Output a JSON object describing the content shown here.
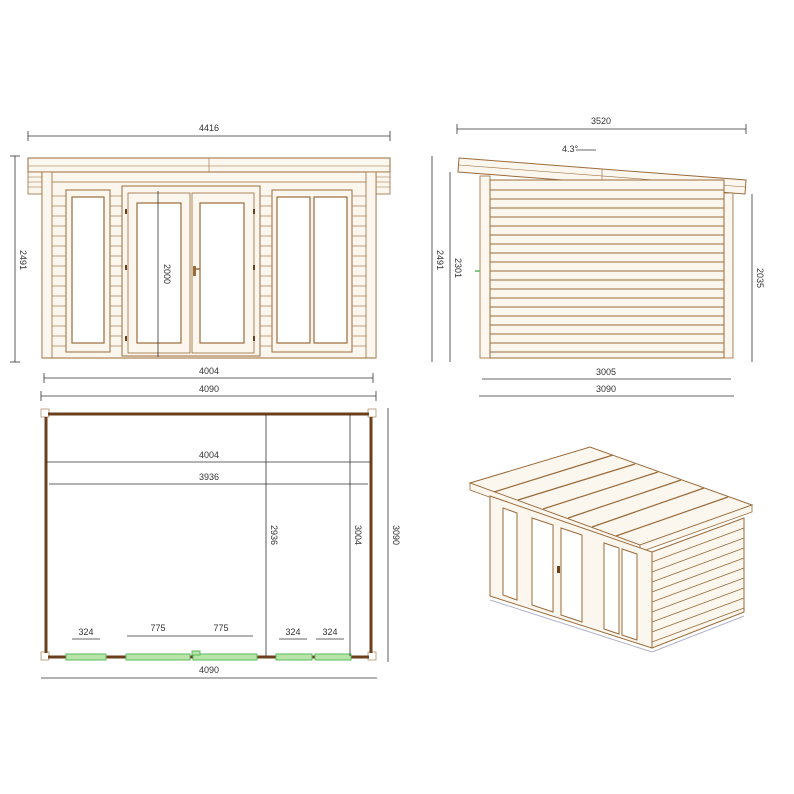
{
  "colors": {
    "wood": "#9b6b3a",
    "wood_dark": "#6b3f1c",
    "wood_fill": "#fbf6ee",
    "dim_line": "#333333",
    "glass_green": "#5cb85c",
    "glass_fill": "#b9e4a9"
  },
  "front_view": {
    "overall_width": "4416",
    "height": "2491",
    "door_height": "2000",
    "wall_width": "4004",
    "base_width": "4090"
  },
  "side_view": {
    "roof_width": "3520",
    "roof_pitch": "4.3°",
    "height_total": "2491",
    "height_front": "2301",
    "height_back": "2035",
    "wall_width": "3005",
    "base_width": "3090"
  },
  "floor_plan": {
    "outer_wall": "4004",
    "inner_wall": "3936",
    "inner_depth": "2936",
    "outer_depth": "3004",
    "base_depth": "3090",
    "base_width": "4090",
    "window_left": "324",
    "door_left": "775",
    "door_right": "775",
    "window_right_1": "324",
    "window_right_2": "324"
  }
}
